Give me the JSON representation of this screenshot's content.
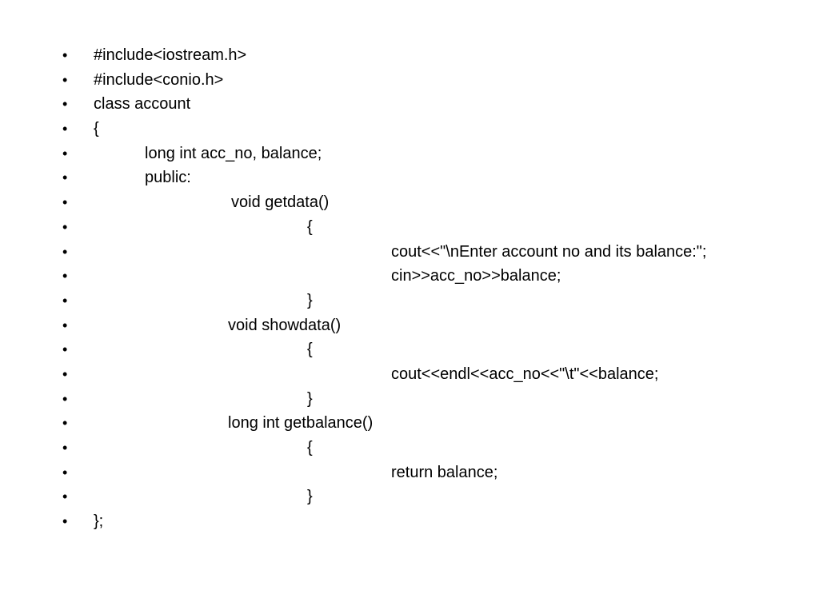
{
  "slide": {
    "bullet_glyph": "•",
    "lines": [
      "#include<iostream.h>",
      "#include<conio.h>",
      "class account",
      "{",
      "long int acc_no, balance;",
      "public:",
      "void getdata()",
      "{",
      "cout<<\"\\nEnter account no and its balance:\";",
      "cin>>acc_no>>balance;",
      "}",
      "void showdata()",
      "{",
      "cout<<endl<<acc_no<<\"\\t\"<<balance;",
      "}",
      "long int getbalance()",
      "{",
      "return balance;",
      "}",
      "};"
    ]
  }
}
